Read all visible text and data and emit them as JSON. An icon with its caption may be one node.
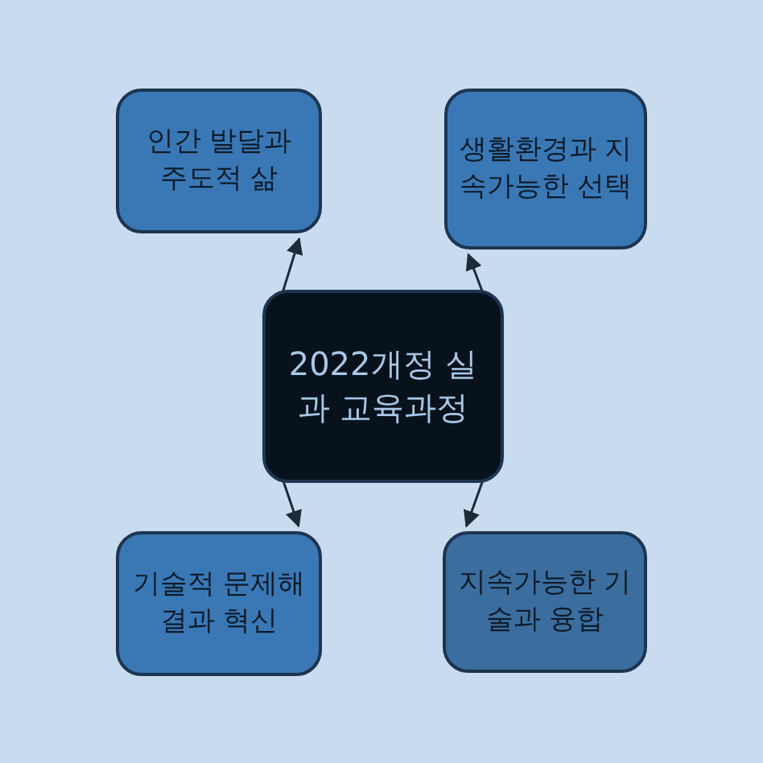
{
  "diagram": {
    "nodes": [
      {
        "text": [
          "2022개정 실과 교육과정"
        ]
      },
      {
        "text": [
          "인간 발달과 주도적 삶"
        ]
      },
      {
        "text": [
          "생활환경과 지속가능한 선택"
        ]
      },
      {
        "text": [
          "기술적 문제해결과 혁신"
        ]
      },
      {
        "text": [
          "지속가능한 기술과 융합"
        ]
      }
    ],
    "edges": [
      {
        "from": 0,
        "to": 1,
        "arrow": "to"
      },
      {
        "from": 0,
        "to": 2,
        "arrow": "to"
      },
      {
        "from": 0,
        "to": 3,
        "arrow": "to"
      },
      {
        "from": 0,
        "to": 4,
        "arrow": "to"
      }
    ]
  }
}
